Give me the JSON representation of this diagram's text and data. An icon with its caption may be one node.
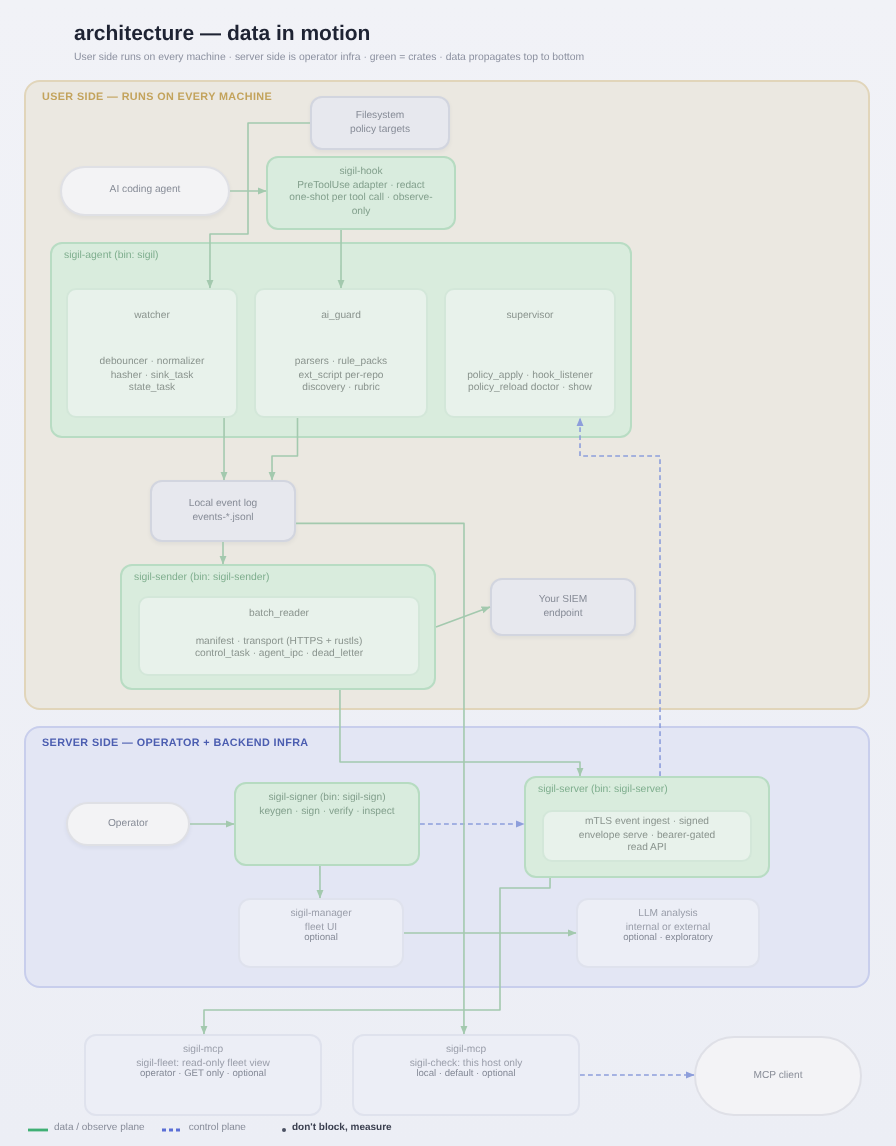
{
  "diagram": {
    "title": "architecture — **data in motion**",
    "nodes": [
      {
        "text": [
          "USER SIDE — RUNS ON EVERY MACHINE"
        ]
      },
      {
        "text": [
          "Filesystem",
          "policy targets"
        ],
        "in": 0
      },
      {
        "text": [
          "AI coding agent"
        ],
        "in": 0
      },
      {
        "text": [
          "sigil-hook",
          "PreToolUse adapter · redact one-shot per tool call · observe-only"
        ],
        "in": 0
      },
      {
        "text": [
          "sigil-agent (bin: sigil)"
        ],
        "in": 0
      },
      {
        "text": [
          "watcher",
          "debouncer · normalizer hasher · sink_task state_task"
        ],
        "in": 4
      },
      {
        "text": [
          "ai_guard",
          "parsers · rule_packs ext_script per-repo discovery · rubric"
        ],
        "in": 4
      },
      {
        "text": [
          "supervisor",
          "policy_apply · hook_listener policy_reload doctor · show"
        ],
        "in": 4
      },
      {
        "text": [
          "Local event log",
          "events-*.jsonl"
        ],
        "in": 0
      },
      {
        "text": [
          "sigil-sender (bin: sigil-sender)"
        ],
        "in": 0
      },
      {
        "text": [
          "batch_reader",
          "manifest · transport (HTTPS + rustls) control_task · agent_ipc · dead_letter"
        ],
        "in": 9
      },
      {
        "text": [
          "Your SIEM endpoint"
        ],
        "in": 0
      },
      {
        "text": [
          "SERVER SIDE — OPERATOR + BACKEND INFRA"
        ]
      },
      {
        "text": [
          "Operator"
        ],
        "in": 12
      },
      {
        "text": [
          "sigil-signer (bin: sigil-sign)",
          "keygen · sign · verify · inspect"
        ],
        "in": 12
      },
      {
        "text": [
          "sigil-server (bin: sigil-server)"
        ],
        "in": 12
      },
      {
        "text": [
          "mTLS event ingest · signed envelope serve · bearer-gated read API"
        ],
        "in": 15
      },
      {
        "text": [
          "sigil-manager",
          "fleet UI",
          "optional"
        ],
        "in": 12
      },
      {
        "text": [
          "LLM analysis",
          "internal or external",
          "optional · exploratory"
        ],
        "in": 12
      },
      {
        "text": [
          "sigil-mcp",
          "sigil-fleet: read-only fleet view",
          "operator · GET only · optional"
        ]
      },
      {
        "text": [
          "sigil-mcp",
          "sigil-check: this host only",
          "local · default · optional"
        ]
      },
      {
        "text": [
          "MCP client"
        ]
      }
    ],
    "edges": [
      {
        "from": 2,
        "to": 3,
        "arrow": "to"
      },
      {
        "from": 1,
        "to": 5,
        "arrow": "to"
      },
      {
        "from": 3,
        "to": 6,
        "arrow": "to"
      },
      {
        "from": 5,
        "to": 8,
        "arrow": "to"
      },
      {
        "from": 6,
        "to": 8,
        "arrow": "to"
      },
      {
        "from": 8,
        "to": 9,
        "arrow": "to"
      },
      {
        "from": 9,
        "to": 11,
        "arrow": "to"
      },
      {
        "from": 9,
        "to": 15,
        "arrow": "to"
      },
      {
        "from": 15,
        "to": 7,
        "arrow": "to",
        "style": "dashed",
        "color": "#8d9edb"
      },
      {
        "from": 13,
        "to": 14,
        "arrow": "to"
      },
      {
        "from": 14,
        "to": 15,
        "arrow": "to",
        "style": "dashed",
        "color": "#8d9edb"
      },
      {
        "from": 14,
        "to": 17,
        "arrow": "to"
      },
      {
        "from": 17,
        "to": 18,
        "arrow": "to"
      },
      {
        "from": 15,
        "to": 19,
        "arrow": "to"
      },
      {
        "from": 8,
        "to": 20,
        "arrow": "to"
      },
      {
        "from": 20,
        "to": 21,
        "arrow": "to",
        "style": "dashed",
        "color": "#8d9edb"
      }
    ],
    "labels": [
      "User side runs on every machine · server side is operator infra · green = crates · data propagates top to bottom",
      "don't block, **measure**"
    ],
    "legend": [
      {
        "text": "data / observe plane"
      },
      {
        "text": "control plane"
      }
    ]
  }
}
